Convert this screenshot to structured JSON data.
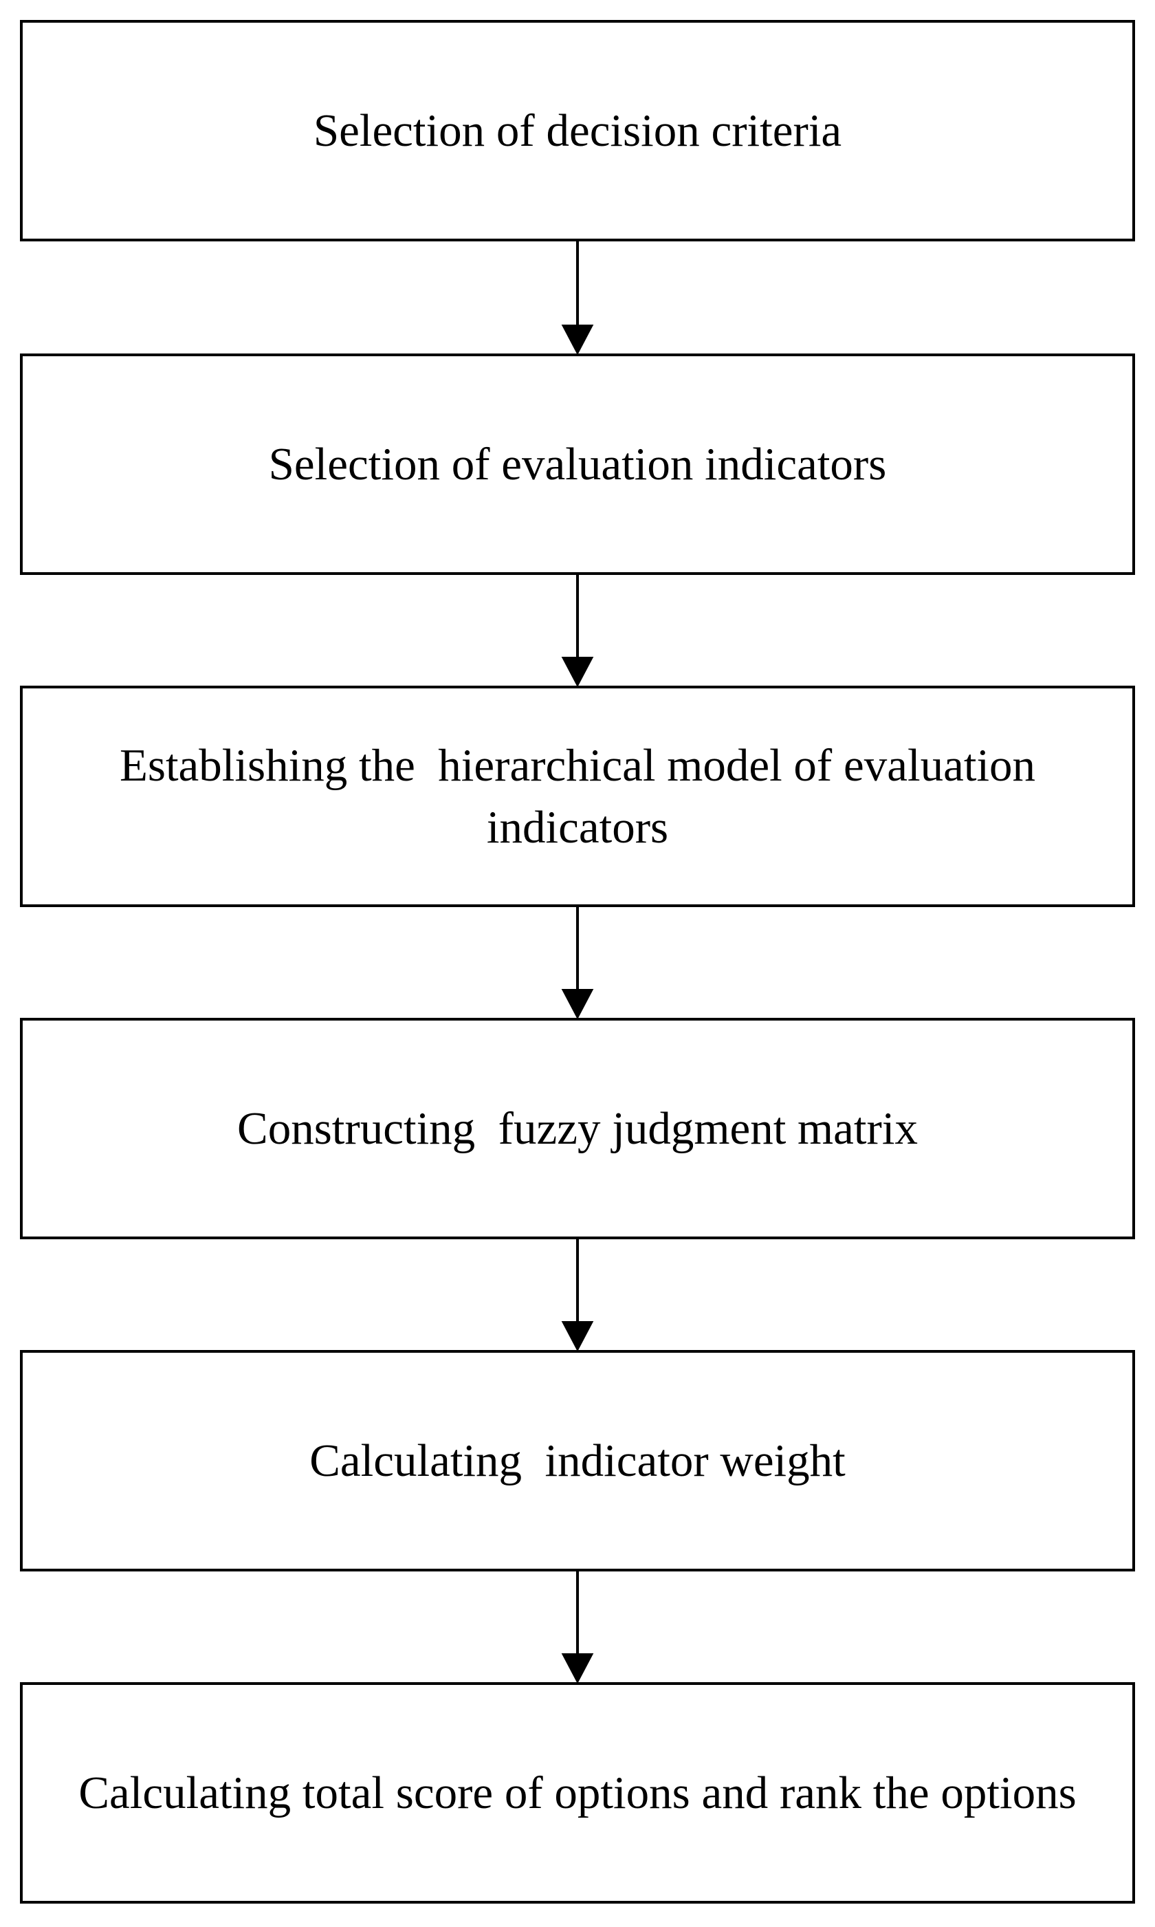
{
  "flowchart": {
    "steps": [
      {
        "label": "Selection of decision criteria"
      },
      {
        "label": "Selection of evaluation indicators"
      },
      {
        "label": "Establishing the  hierarchical model of evaluation indicators"
      },
      {
        "label": "Constructing  fuzzy judgment matrix"
      },
      {
        "label": "Calculating  indicator weight"
      },
      {
        "label": "Calculating total score of options and rank the options"
      }
    ]
  },
  "colors": {
    "stroke": "#000000",
    "background": "#ffffff"
  }
}
